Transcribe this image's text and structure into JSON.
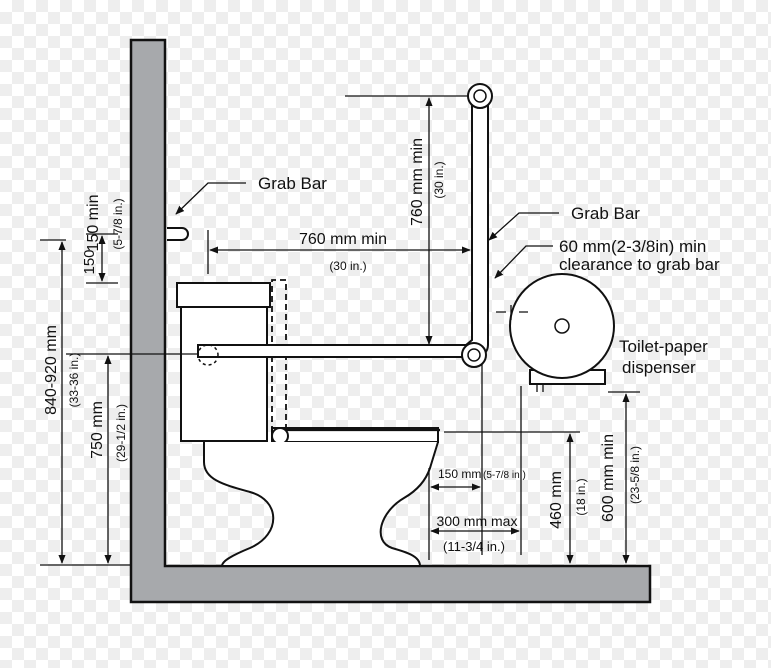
{
  "colors": {
    "wall": "#a7a9ac",
    "line": "#111111",
    "fixture": "#ffffff"
  },
  "labels": {
    "grab_bar_left": "Grab Bar",
    "grab_bar_right": "Grab Bar",
    "clearance_1": "60 mm(2-3/8in) min",
    "clearance_2": "clearance to grab bar",
    "dispenser_1": "Toilet-paper",
    "dispenser_2": "dispenser"
  },
  "dimensions": {
    "horiz_760": "760 mm min",
    "horiz_760_in": "(30 in.)",
    "vert_760": "760 mm min",
    "vert_760_in": "(30 in.)",
    "d150": "150 min",
    "d150_in": "(5-7/8 in.)",
    "d150_small": "150",
    "d840": "840-920 mm",
    "d840_in": "(33-36 in.)",
    "d750": "750 mm",
    "d750_in": "(29-1/2 in.)",
    "d150_bottom": "150 mm",
    "d150_bottom_in": "(5-7/8 in.)",
    "d300": "300 mm max",
    "d300_in": "(11-3/4 in.)",
    "d460": "460 mm",
    "d460_in": "(18 in.)",
    "d600": "600 mm min",
    "d600_in": "(23-5/8 in.)"
  }
}
